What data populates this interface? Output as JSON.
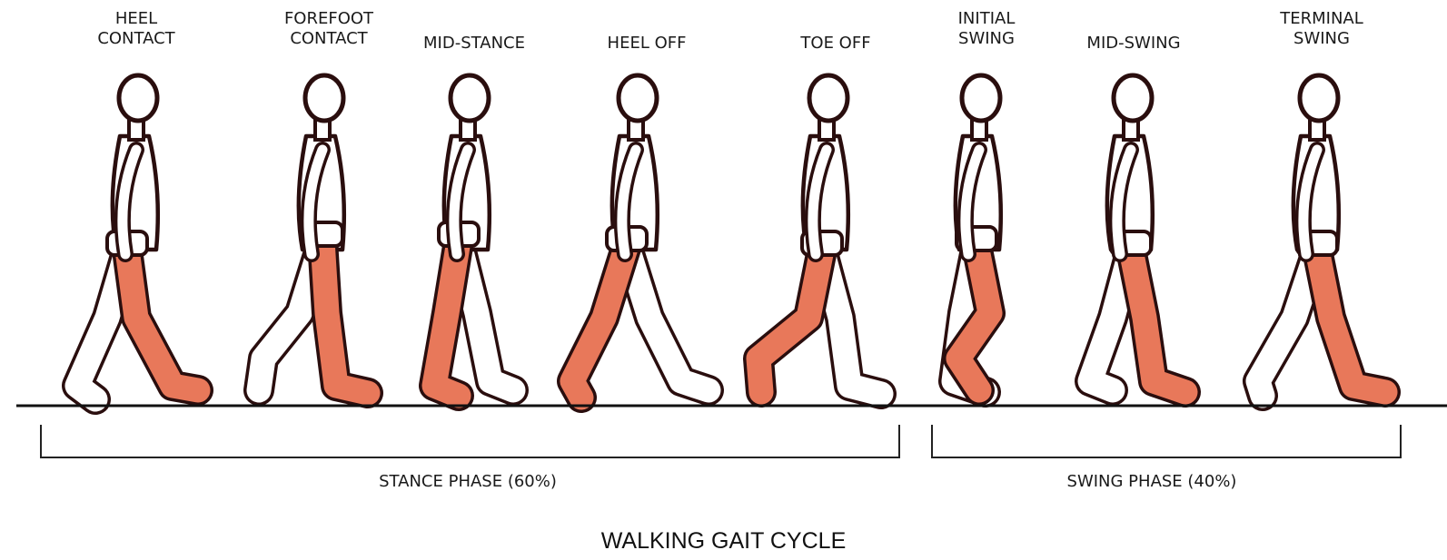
{
  "diagram": {
    "title": "WALKING GAIT CYCLE",
    "colors": {
      "leg_highlight": "#e8785a",
      "outline": "#2a0e0e",
      "body_fill": "#ffffff"
    },
    "stages": [
      {
        "label": "HEEL\nCONTACT"
      },
      {
        "label": "FOREFOOT\nCONTACT"
      },
      {
        "label": "MID-STANCE"
      },
      {
        "label": "HEEL OFF"
      },
      {
        "label": "TOE OFF"
      },
      {
        "label": "INITIAL\nSWING"
      },
      {
        "label": "MID-SWING"
      },
      {
        "label": "TERMINAL\nSWING"
      }
    ],
    "phases": [
      {
        "label": "STANCE PHASE (60%)"
      },
      {
        "label": "SWING PHASE (40%)"
      }
    ]
  }
}
